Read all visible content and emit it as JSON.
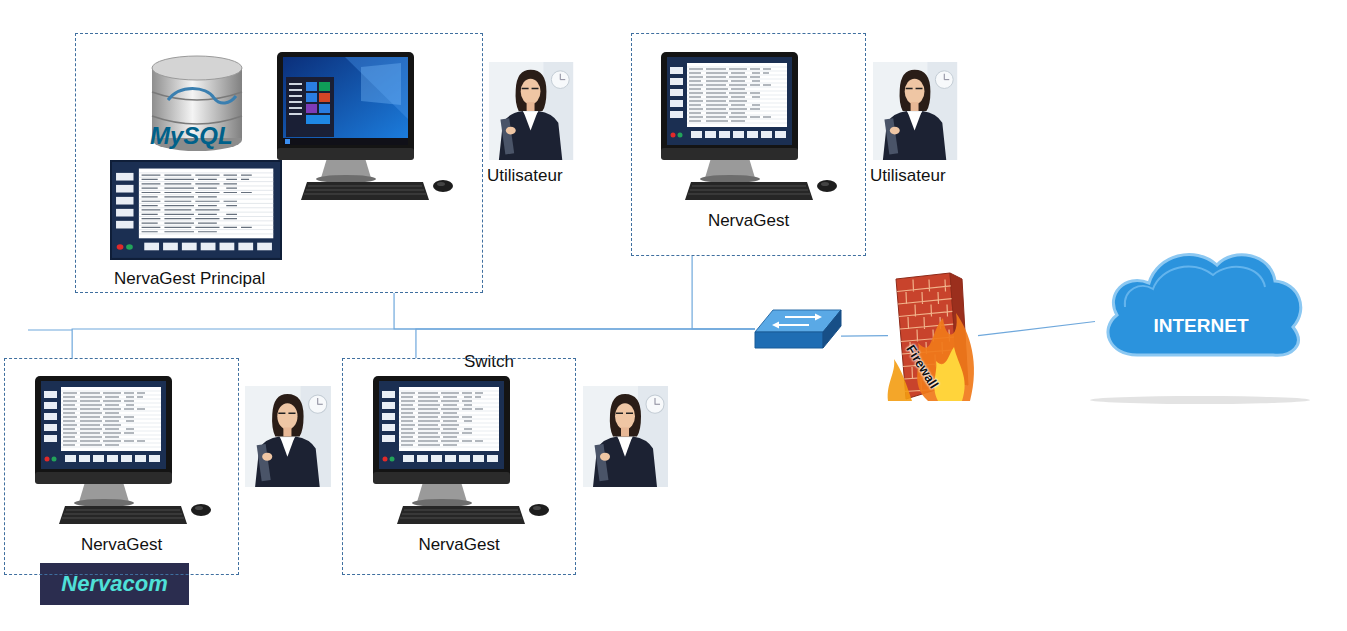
{
  "diagram": {
    "nodes": [
      {
        "text": [
          "NervaGest Principal"
        ]
      },
      {
        "text": [
          "NervaGest"
        ]
      },
      {
        "text": [
          "Switch"
        ]
      },
      {
        "text": [
          "Firewall"
        ]
      },
      {
        "text": [
          "INTERNET"
        ]
      },
      {
        "text": [
          "NervaGest"
        ]
      },
      {
        "text": [
          "NervaGest"
        ]
      }
    ],
    "edges": [
      {
        "from": 0,
        "to": 2,
        "arrow": "none"
      },
      {
        "from": 1,
        "to": 2,
        "arrow": "none"
      },
      {
        "from": 5,
        "to": 2,
        "arrow": "none"
      },
      {
        "from": 6,
        "to": 2,
        "arrow": "none"
      },
      {
        "from": 2,
        "to": 3,
        "arrow": "none"
      },
      {
        "from": 3,
        "to": 4,
        "arrow": "none"
      }
    ],
    "labels": [
      "MySQL",
      "Utilisateur",
      "Utilisateur",
      "Nervacom"
    ]
  }
}
